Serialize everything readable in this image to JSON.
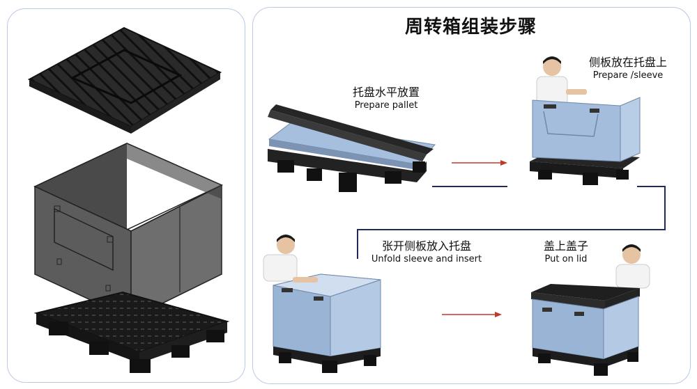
{
  "title": "周转箱组装步骤",
  "steps": [
    {
      "zh": "托盘水平放置",
      "en": "Prepare pallet"
    },
    {
      "zh": "侧板放在托盘上",
      "en": "Prepare /sleeve"
    },
    {
      "zh": "张开侧板放入托盘",
      "en": "Unfold sleeve and insert"
    },
    {
      "zh": "盖上盖子",
      "en": "Put on lid"
    }
  ],
  "colors": {
    "panel_border": "#b9c9e6",
    "connector": "#1f2a5e",
    "arrow": "#c0392b",
    "box_blue": "#9db4d6",
    "dark_part": "#2b2b2b"
  }
}
